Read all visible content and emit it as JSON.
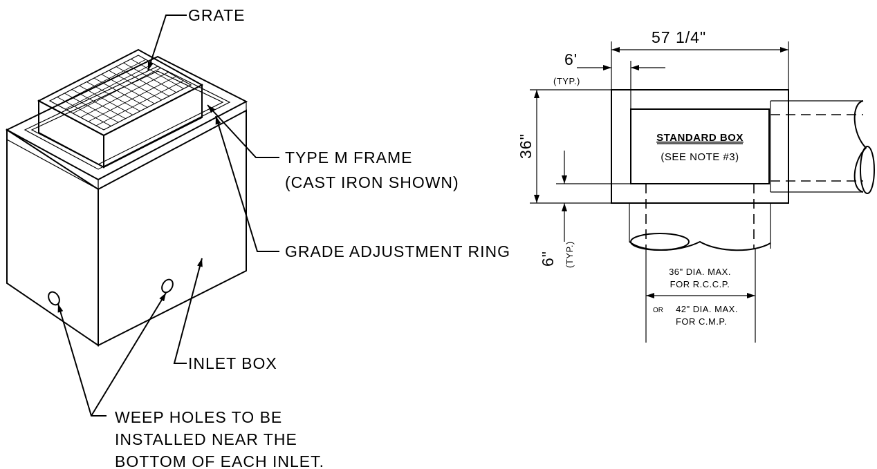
{
  "iso_view": {
    "labels": {
      "grate": "GRATE",
      "frame_line1": "TYPE M FRAME",
      "frame_line2": "(CAST IRON SHOWN)",
      "ring": "GRADE ADJUSTMENT RING",
      "inlet_box": "INLET BOX",
      "weep_line1": "WEEP HOLES TO BE",
      "weep_line2": "INSTALLED NEAR THE",
      "weep_line3": "BOTTOM OF EACH INLET."
    }
  },
  "plan_view": {
    "width_dim": "57 1/4\"",
    "wall_dim": "6'",
    "wall_typ": "(TYP.)",
    "height_dim": "36\"",
    "bottom_wall_dim": "6\"",
    "bottom_wall_typ": "(TYP.)",
    "box_title": "STANDARD BOX",
    "box_note": "(SEE NOTE #3)",
    "pipe_note_line1": "36\" DIA. MAX.",
    "pipe_note_line2": "FOR R.C.C.P.",
    "pipe_note_or": "OR",
    "pipe_note_line3": "42\" DIA. MAX.",
    "pipe_note_line4": "FOR C.M.P."
  }
}
